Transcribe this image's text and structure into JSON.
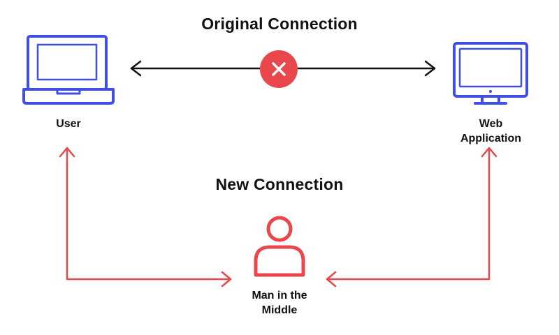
{
  "diagram": {
    "original_title": "Original Connection",
    "new_title": "New Connection",
    "nodes": {
      "user": {
        "label": "User",
        "icon": "laptop-icon"
      },
      "web_app": {
        "label": "Web\nApplication",
        "icon": "monitor-icon"
      },
      "mitm": {
        "label": "Man in the\nMiddle",
        "icon": "person-icon"
      }
    },
    "blocked_icon": "x-circle-icon",
    "colors": {
      "device_blue": "#3F4FE0",
      "attack_red": "#E8474C",
      "original_line": "#111111",
      "text": "#111111"
    }
  }
}
